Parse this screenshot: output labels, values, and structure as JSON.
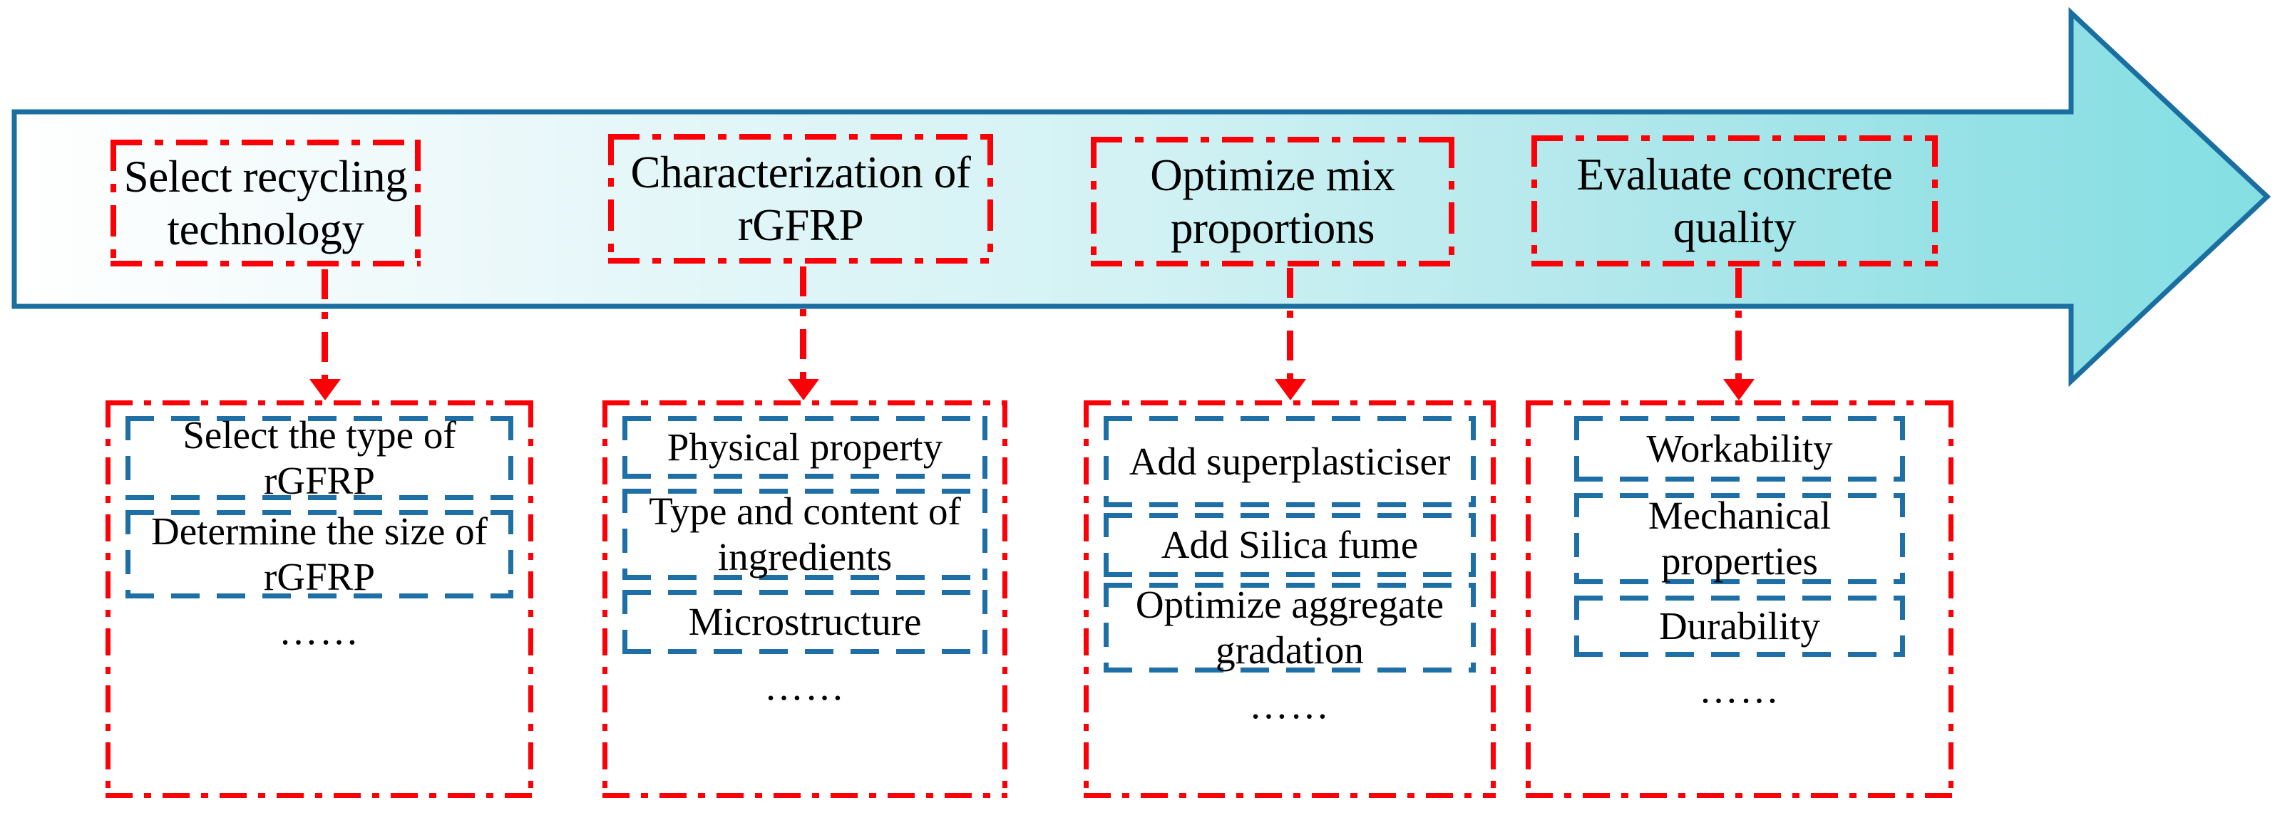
{
  "diagram": {
    "title": "rGFRP concrete research workflow",
    "colors": {
      "red_dashdot": "#fb0007",
      "blue_dashed": "#1d6fa5",
      "arrow_outline": "#1a6fa0",
      "arrow_fill_left": "#ffffff",
      "arrow_fill_right": "#84dfe3",
      "text": "#000000"
    },
    "arrow": {
      "name": "process-flow-arrow",
      "direction": "right"
    },
    "ellipsis_label": "……",
    "columns": [
      {
        "id": "select-recycling-technology",
        "header": "Select recycling technology",
        "items": [
          "Select the type of rGFRP",
          "Determine the size of rGFRP"
        ],
        "ellipsis": "……"
      },
      {
        "id": "characterization-of-rgfrp",
        "header": "Characterization of rGFRP",
        "items": [
          "Physical property",
          "Type and content of ingredients",
          "Microstructure"
        ],
        "ellipsis": "……"
      },
      {
        "id": "optimize-mix-proportions",
        "header": "Optimize mix proportions",
        "items": [
          "Add superplasticiser",
          "Add Silica fume",
          "Optimize aggregate gradation"
        ],
        "ellipsis": "……"
      },
      {
        "id": "evaluate-concrete-quality",
        "header": "Evaluate concrete quality",
        "items": [
          "Workability",
          "Mechanical properties",
          "Durability"
        ],
        "ellipsis": "……"
      }
    ]
  }
}
